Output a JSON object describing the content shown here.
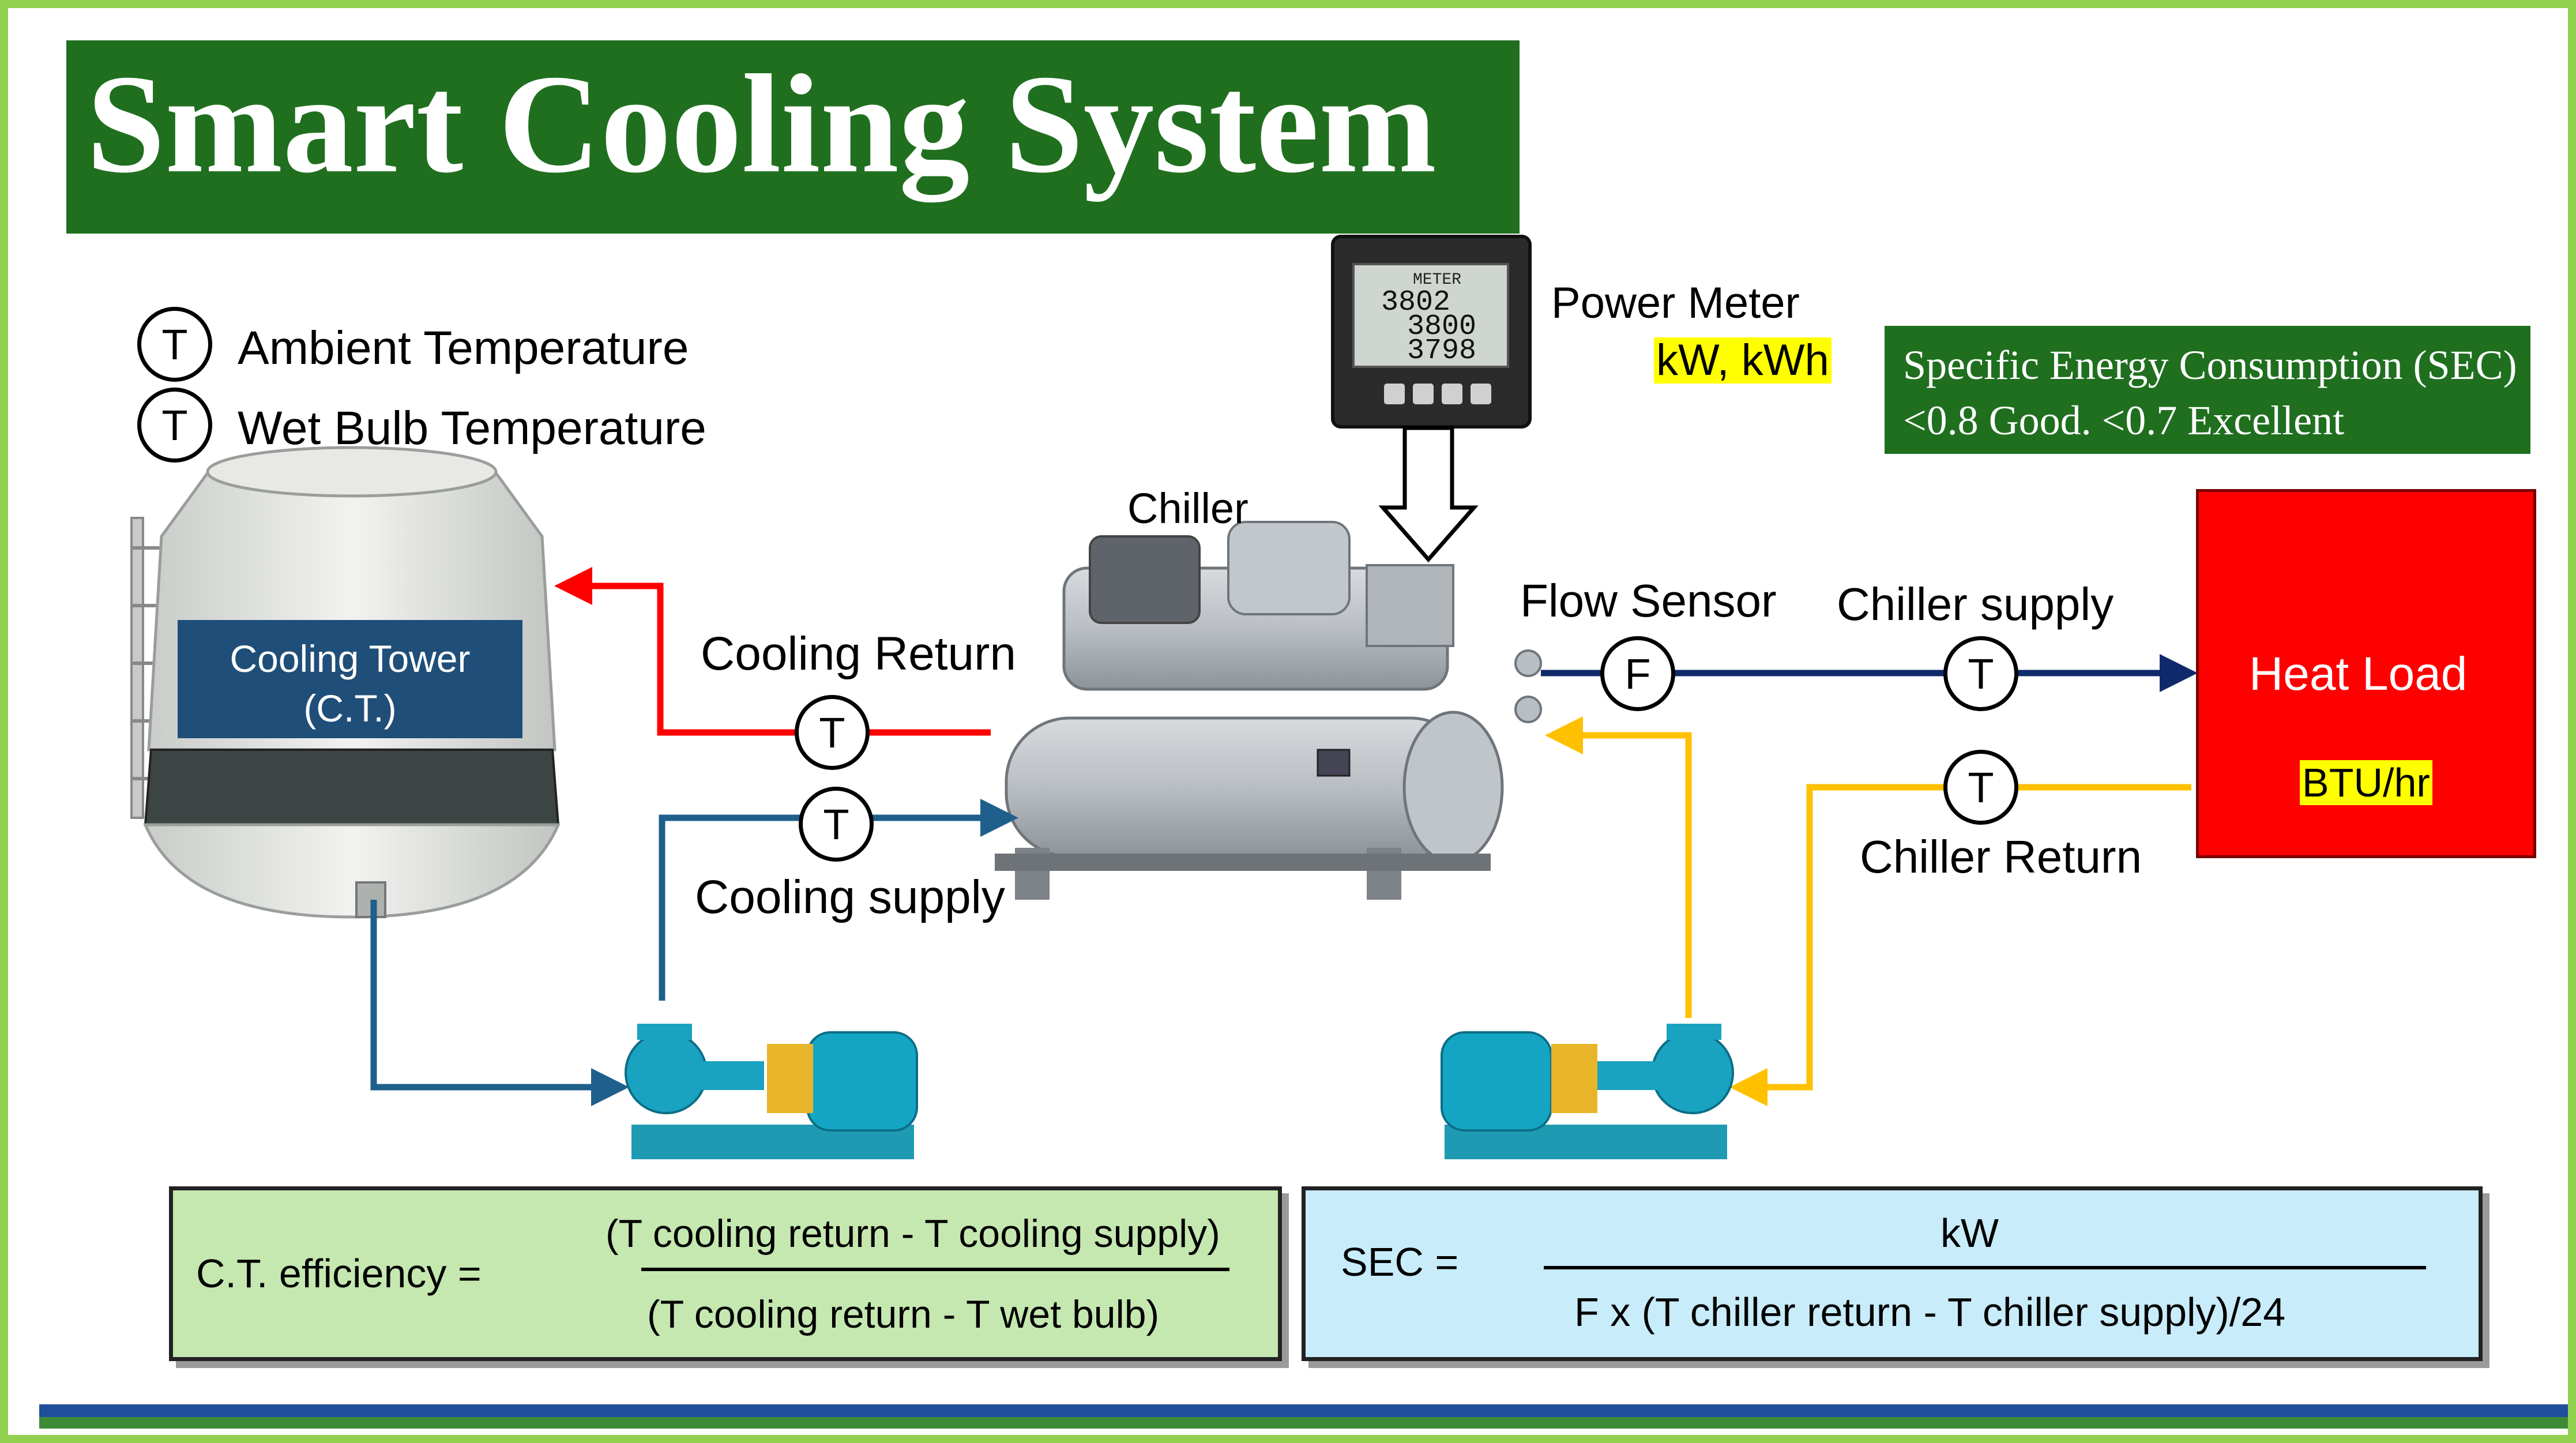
{
  "title": "Smart Cooling System",
  "sensors": {
    "temp_symbol": "T",
    "flow_symbol": "F",
    "ambient_label": "Ambient Temperature",
    "wet_bulb_label": "Wet Bulb Temperature"
  },
  "power_meter": {
    "label": "Power Meter",
    "units": "kW, kWh",
    "display_header": "METER",
    "display_values": [
      "3802",
      "3800",
      "3798"
    ]
  },
  "sec_note": {
    "line1": "Specific Energy Consumption (SEC)",
    "line2": "<0.8 Good. <0.7 Excellent"
  },
  "chiller_label": "Chiller",
  "cooling_tower": {
    "line1": "Cooling Tower",
    "line2": "(C.T.)"
  },
  "heat_load": {
    "label": "Heat Load",
    "units": "BTU/hr"
  },
  "pipe_labels": {
    "cooling_return": "Cooling Return",
    "cooling_supply": "Cooling supply",
    "flow_sensor": "Flow Sensor",
    "chiller_supply": "Chiller supply",
    "chiller_return": "Chiller Return"
  },
  "formulas": {
    "ct": {
      "lhs": "C.T. efficiency =",
      "numerator": "(T cooling return - T cooling supply)",
      "denominator": "(T cooling return - T wet bulb)"
    },
    "sec": {
      "lhs": "SEC =",
      "numerator": "kW",
      "denominator": "F x (T chiller return - T chiller supply)/24"
    }
  },
  "colors": {
    "frame_green": "#92d050",
    "title_green": "#1f6f1f",
    "hot_pipe": "#ff0000",
    "condenser_pipe": "#1f5f8b",
    "chilled_supply_pipe": "#0f2a6b",
    "chilled_return_pipe": "#ffc000",
    "heat_load": "#ff0000",
    "highlight": "#ffff00"
  }
}
